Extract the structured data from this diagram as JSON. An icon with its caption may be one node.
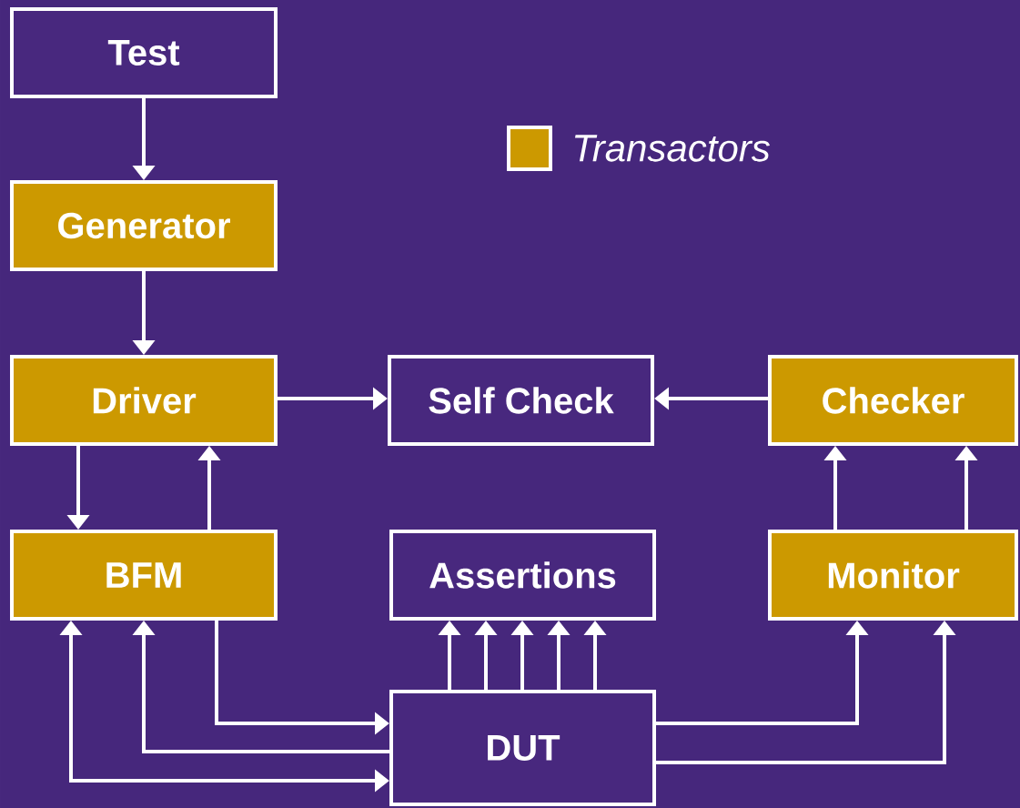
{
  "diagram": {
    "nodes": [
      {
        "text": [
          "Test"
        ]
      },
      {
        "text": [
          "Generator"
        ]
      },
      {
        "text": [
          "Driver"
        ]
      },
      {
        "text": [
          "Self Check"
        ]
      },
      {
        "text": [
          "Checker"
        ]
      },
      {
        "text": [
          "BFM"
        ]
      },
      {
        "text": [
          "Assertions"
        ]
      },
      {
        "text": [
          "Monitor"
        ]
      },
      {
        "text": [
          "DUT"
        ]
      }
    ],
    "edges": [
      {
        "from": 0,
        "to": 1,
        "arrow": "to"
      },
      {
        "from": 1,
        "to": 2,
        "arrow": "to"
      },
      {
        "from": 2,
        "to": 3,
        "arrow": "to"
      },
      {
        "from": 4,
        "to": 3,
        "arrow": "to"
      },
      {
        "from": 2,
        "to": 5,
        "arrow": "to"
      },
      {
        "from": 5,
        "to": 2,
        "arrow": "to"
      },
      {
        "from": 7,
        "to": 4,
        "arrow": "to"
      },
      {
        "from": 7,
        "to": 4,
        "arrow": "to"
      },
      {
        "from": 8,
        "to": 6,
        "arrow": "to"
      },
      {
        "from": 8,
        "to": 6,
        "arrow": "to"
      },
      {
        "from": 8,
        "to": 6,
        "arrow": "to"
      },
      {
        "from": 8,
        "to": 6,
        "arrow": "to"
      },
      {
        "from": 8,
        "to": 6,
        "arrow": "to"
      },
      {
        "from": 5,
        "to": 8,
        "arrow": "to"
      },
      {
        "from": 8,
        "to": 5,
        "arrow": "to"
      },
      {
        "from": 5,
        "to": 8,
        "arrow": "both"
      },
      {
        "from": 8,
        "to": 7,
        "arrow": "to"
      },
      {
        "from": 8,
        "to": 7,
        "arrow": "to"
      }
    ],
    "legend": [
      {
        "text": "Transactors",
        "color": "#cc9900"
      }
    ]
  }
}
